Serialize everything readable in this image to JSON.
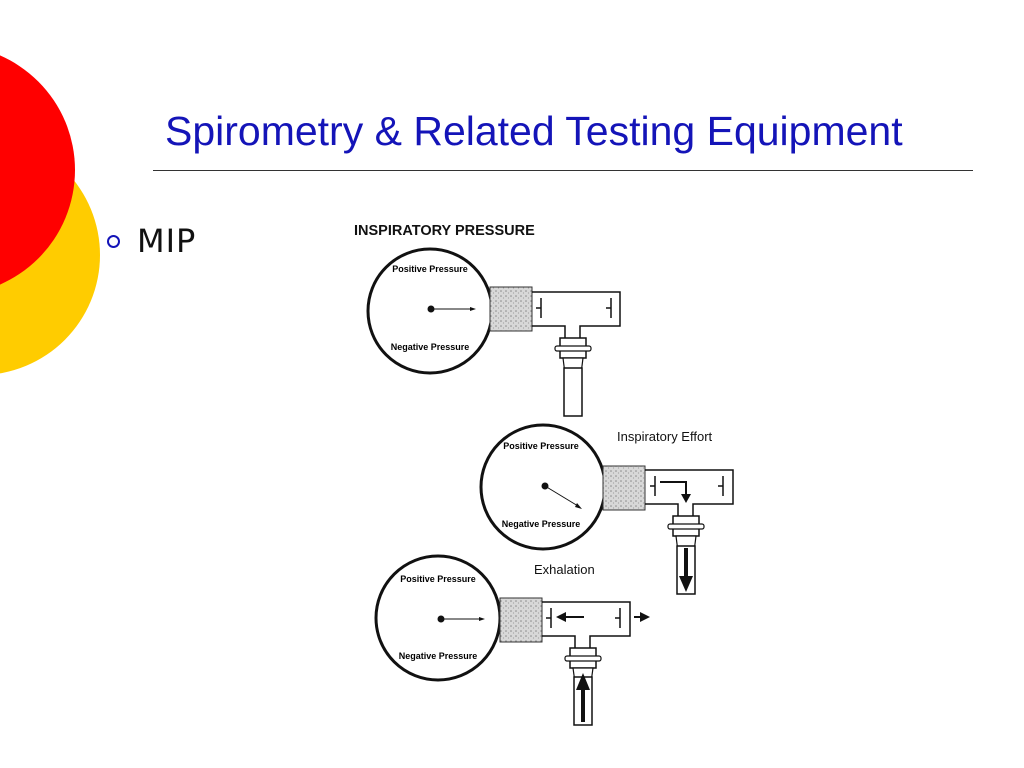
{
  "slide": {
    "title": "Spirometry & Related Testing Equipment",
    "bullet": "MIP",
    "colors": {
      "title": "#1414b8",
      "circle_red": "#ff0000",
      "circle_yellow": "#ffcc00",
      "rule": "#333333"
    }
  },
  "figure": {
    "heading": "INSPIRATORY PRESSURE",
    "panels": [
      {
        "caption": "",
        "gauge_top_label": "Positive Pressure",
        "gauge_bottom_label": "Negative Pressure",
        "needle": "center"
      },
      {
        "caption": "Inspiratory Effort",
        "gauge_top_label": "Positive Pressure",
        "gauge_bottom_label": "Negative Pressure",
        "needle": "negative"
      },
      {
        "caption": "Exhalation",
        "gauge_top_label": "Positive Pressure",
        "gauge_bottom_label": "Negative Pressure",
        "needle": "center"
      }
    ]
  }
}
